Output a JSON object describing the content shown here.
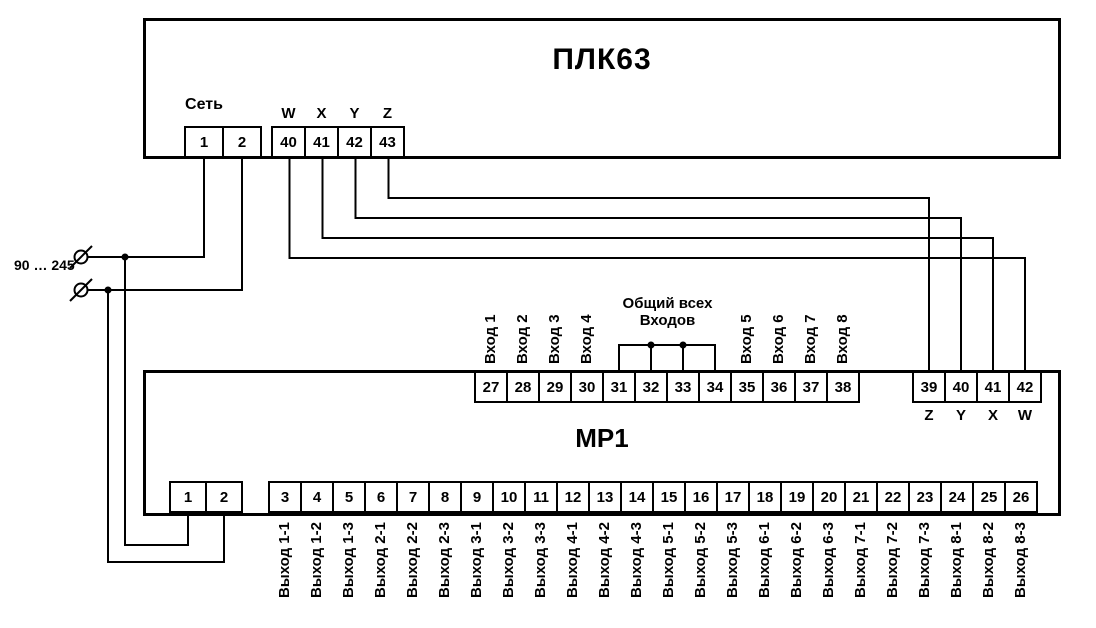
{
  "colors": {
    "line": "#000000",
    "background": "#ffffff"
  },
  "plc": {
    "title": "ПЛК63",
    "net_label": "Сеть",
    "net_terminals": [
      "1",
      "2"
    ],
    "io_headers": [
      "W",
      "X",
      "Y",
      "Z"
    ],
    "io_terminals": [
      "40",
      "41",
      "42",
      "43"
    ]
  },
  "power": {
    "label": "90 … 245"
  },
  "mp1": {
    "title": "МР1",
    "common_label": [
      "Общий всех",
      "Входов"
    ],
    "top_terminals": [
      {
        "num": "27",
        "label": "Вход 1"
      },
      {
        "num": "28",
        "label": "Вход 2"
      },
      {
        "num": "29",
        "label": "Вход 3"
      },
      {
        "num": "30",
        "label": "Вход 4"
      },
      {
        "num": "31",
        "label": ""
      },
      {
        "num": "32",
        "label": ""
      },
      {
        "num": "33",
        "label": ""
      },
      {
        "num": "34",
        "label": ""
      },
      {
        "num": "35",
        "label": "Вход 5"
      },
      {
        "num": "36",
        "label": "Вход 6"
      },
      {
        "num": "37",
        "label": "Вход 7"
      },
      {
        "num": "38",
        "label": "Вход 8"
      }
    ],
    "right_terminals": [
      {
        "num": "39",
        "letter": "Z"
      },
      {
        "num": "40",
        "letter": "Y"
      },
      {
        "num": "41",
        "letter": "X"
      },
      {
        "num": "42",
        "letter": "W"
      }
    ],
    "power_terminals": [
      "1",
      "2"
    ],
    "bottom_terminals": [
      {
        "num": "3",
        "label": "Выход 1-1"
      },
      {
        "num": "4",
        "label": "Выход 1-2"
      },
      {
        "num": "5",
        "label": "Выход 1-3"
      },
      {
        "num": "6",
        "label": "Выход 2-1"
      },
      {
        "num": "7",
        "label": "Выход 2-2"
      },
      {
        "num": "8",
        "label": "Выход 2-3"
      },
      {
        "num": "9",
        "label": "Выход 3-1"
      },
      {
        "num": "10",
        "label": "Выход 3-2"
      },
      {
        "num": "11",
        "label": "Выход 3-3"
      },
      {
        "num": "12",
        "label": "Выход 4-1"
      },
      {
        "num": "13",
        "label": "Выход 4-2"
      },
      {
        "num": "14",
        "label": "Выход 4-3"
      },
      {
        "num": "15",
        "label": "Выход 5-1"
      },
      {
        "num": "16",
        "label": "Выход 5-2"
      },
      {
        "num": "17",
        "label": "Выход 5-3"
      },
      {
        "num": "18",
        "label": "Выход 6-1"
      },
      {
        "num": "19",
        "label": "Выход 6-2"
      },
      {
        "num": "20",
        "label": "Выход 6-3"
      },
      {
        "num": "21",
        "label": "Выход 7-1"
      },
      {
        "num": "22",
        "label": "Выход 7-2"
      },
      {
        "num": "23",
        "label": "Выход 7-3"
      },
      {
        "num": "24",
        "label": "Выход 8-1"
      },
      {
        "num": "25",
        "label": "Выход 8-2"
      },
      {
        "num": "26",
        "label": "Выход 8-3"
      }
    ]
  }
}
